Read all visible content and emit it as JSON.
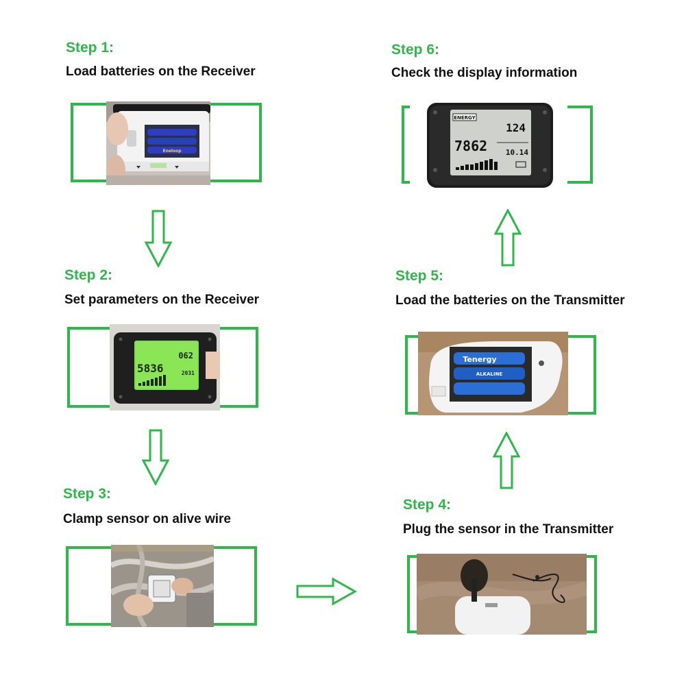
{
  "steps": [
    {
      "title": "Step 1:",
      "desc": "Load batteries on the Receiver"
    },
    {
      "title": "Step 2:",
      "desc": "Set parameters on the Receiver"
    },
    {
      "title": "Step 3:",
      "desc": "Clamp sensor on alive wire"
    },
    {
      "title": "Step 4:",
      "desc": "Plug the sensor in the Transmitter"
    },
    {
      "title": "Step 5:",
      "desc": "Load the batteries on the Transmitter"
    },
    {
      "title": "Step 6:",
      "desc": "Check the display information"
    }
  ],
  "display_step2": {
    "top_value": "062",
    "main_value": "5836",
    "small_value": "2031"
  },
  "display_step6": {
    "brand": "ENERGY",
    "top_value": "124",
    "main_value": "7862",
    "small_value": "10.14"
  },
  "battery_label": "Eneloop",
  "battery_brand": "Tenergy",
  "battery_type": "ALKALINE",
  "colors": {
    "accent_green": "#2fb84a",
    "text_dark": "#111111"
  }
}
